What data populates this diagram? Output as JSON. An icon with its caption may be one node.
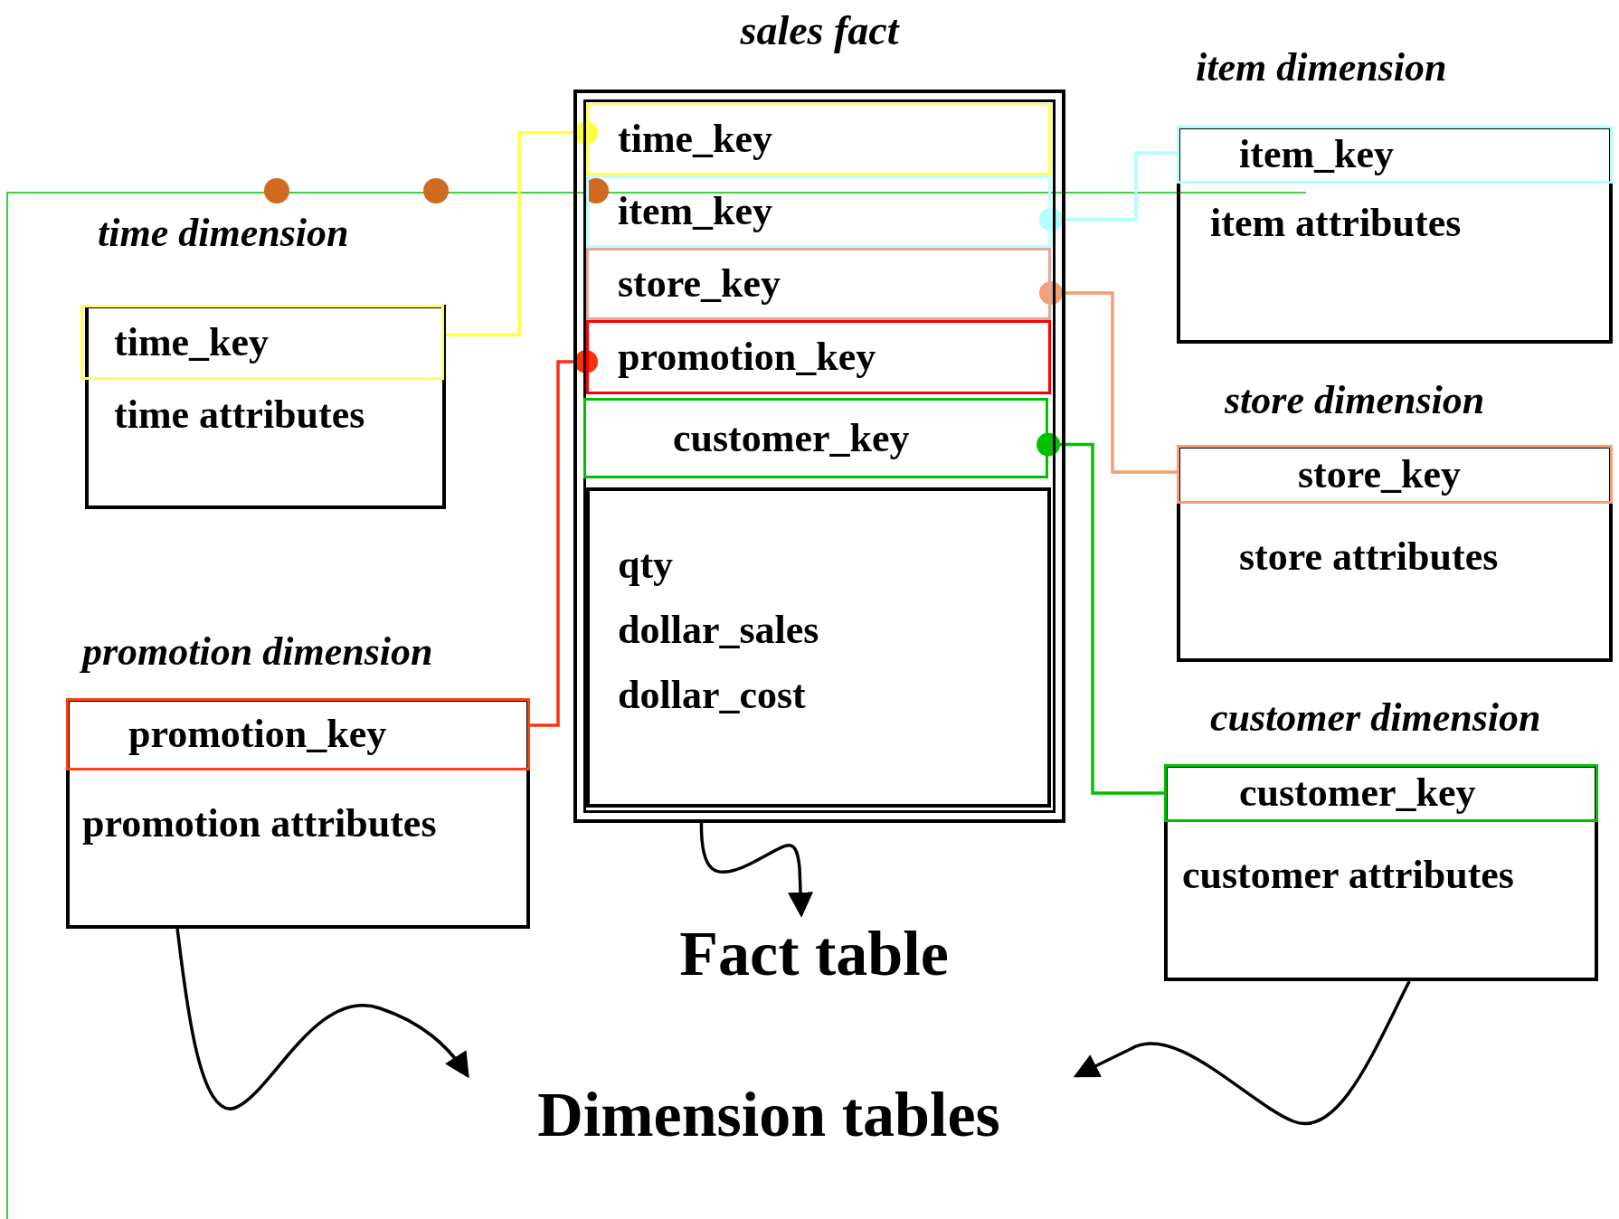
{
  "diagram": {
    "nodes": [
      {
        "text": [
          "sales fact"
        ]
      },
      {
        "text": [
          "time_key"
        ],
        "in": 0
      },
      {
        "text": [
          "item_key"
        ],
        "in": 0
      },
      {
        "text": [
          "store_key"
        ],
        "in": 0
      },
      {
        "text": [
          "promotion_key"
        ],
        "in": 0
      },
      {
        "text": [
          "customer_key"
        ],
        "in": 0
      },
      {
        "text": [
          "qty",
          "dollar_sales",
          "dollar_cost"
        ],
        "in": 0
      },
      {
        "text": [
          "time dimension",
          "time attributes"
        ]
      },
      {
        "text": [
          "time_key"
        ],
        "in": 7
      },
      {
        "text": [
          "item dimension",
          "item attributes"
        ]
      },
      {
        "text": [
          "item_key"
        ],
        "in": 9
      },
      {
        "text": [
          "store dimension",
          "store attributes"
        ]
      },
      {
        "text": [
          "store_key"
        ],
        "in": 11
      },
      {
        "text": [
          "promotion dimension",
          "promotion attributes"
        ]
      },
      {
        "text": [
          "promotion_key"
        ],
        "in": 13
      },
      {
        "text": [
          "customer dimension",
          "customer attributes"
        ]
      },
      {
        "text": [
          "customer_key"
        ],
        "in": 15
      },
      {
        "text": [
          "Fact table"
        ]
      },
      {
        "text": [
          "Dimension tables"
        ]
      }
    ],
    "edges": [
      {
        "from": 1,
        "to": 8,
        "arrow": "other",
        "color": "#ffff40"
      },
      {
        "from": 2,
        "to": 10,
        "arrow": "other",
        "color": "#b0ffff"
      },
      {
        "from": 3,
        "to": 12,
        "arrow": "other",
        "color": "#f4a070"
      },
      {
        "from": 4,
        "to": 14,
        "arrow": "other",
        "color": "#ff3010"
      },
      {
        "from": 5,
        "to": 16,
        "arrow": "other",
        "color": "#00c000"
      },
      {
        "from": 0,
        "to": 17,
        "arrow": "to"
      },
      {
        "from": 13,
        "to": 18,
        "arrow": "to"
      },
      {
        "from": 15,
        "to": 18,
        "arrow": "to"
      }
    ]
  }
}
